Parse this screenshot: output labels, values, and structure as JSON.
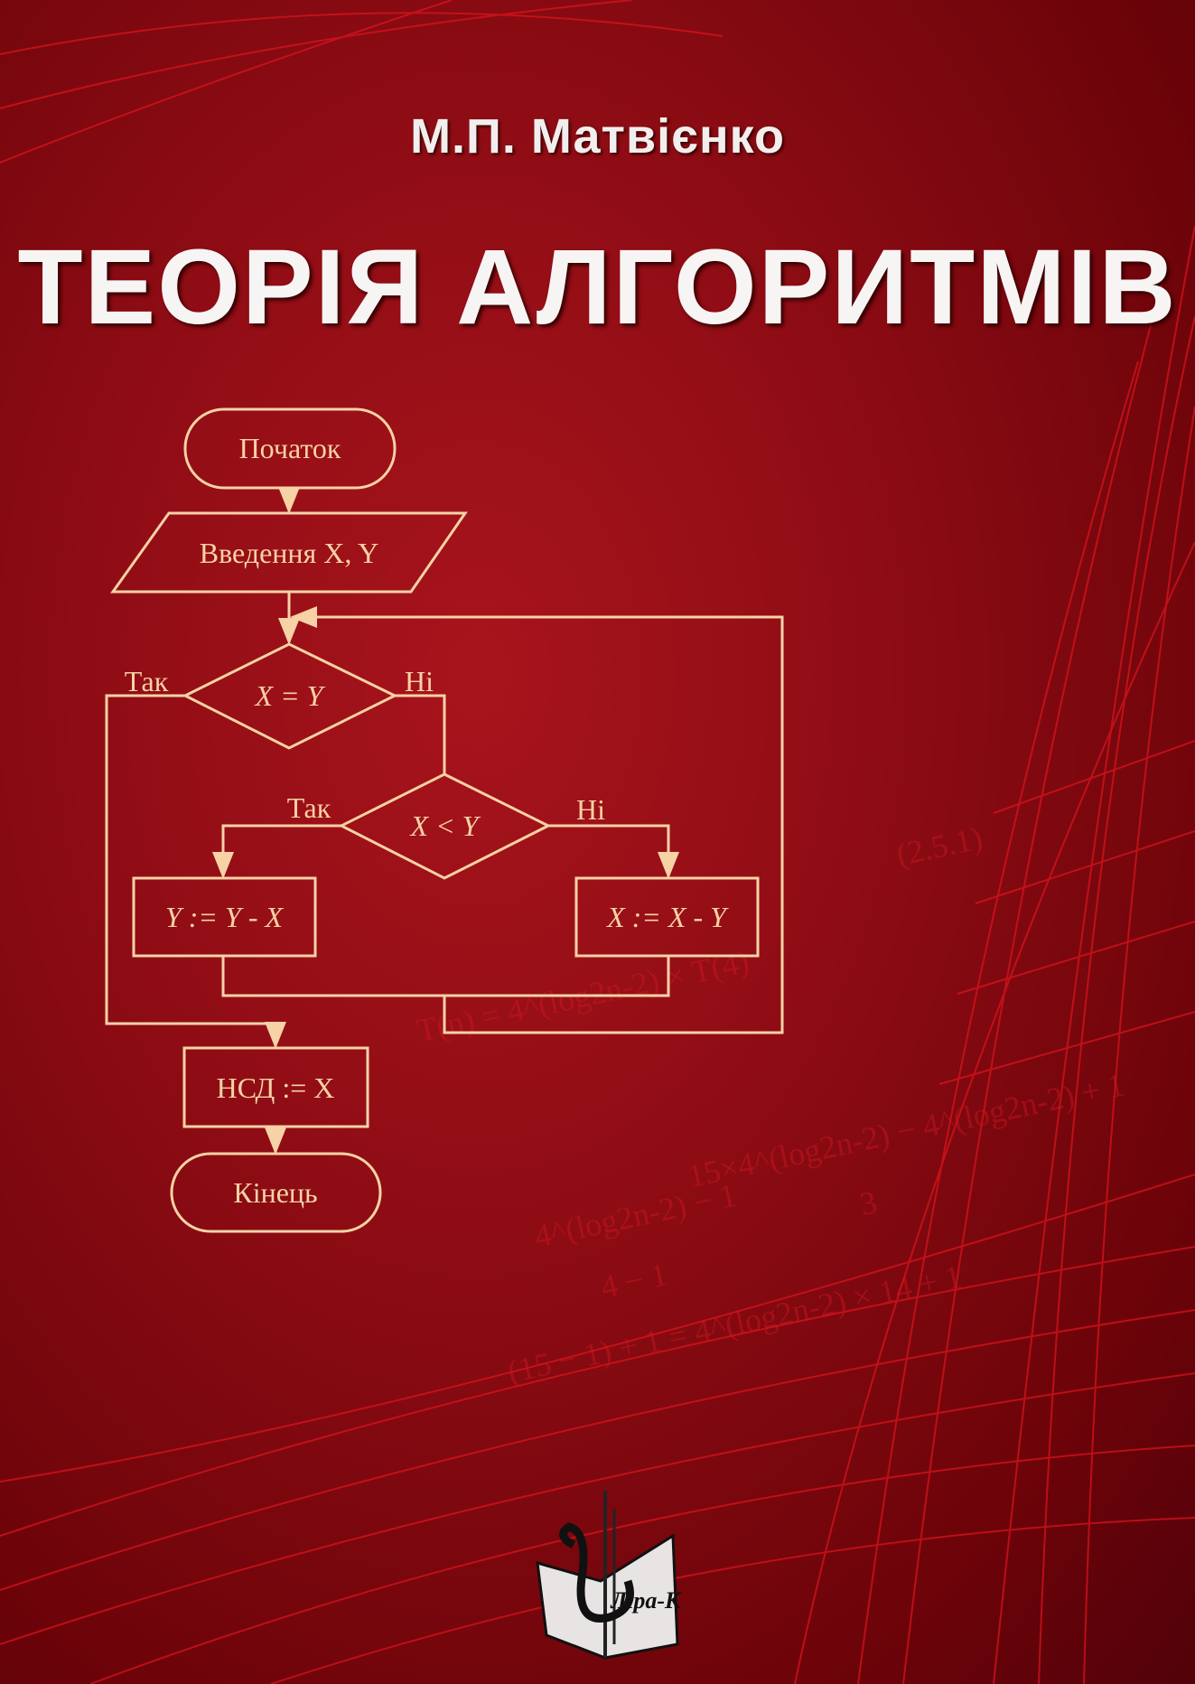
{
  "cover": {
    "author": "М.П. Матвієнко",
    "title": "ТЕОРІЯ АЛГОРИТМІВ",
    "publisher_logo": "Ліра-К"
  },
  "flowchart": {
    "start": "Початок",
    "input": "Введення X, Y",
    "cond1": "X = Y",
    "cond1_yes": "Так",
    "cond1_no": "Ні",
    "cond2": "X < Y",
    "cond2_yes": "Так",
    "cond2_no": "Ні",
    "assign_left": "Y := Y - X",
    "assign_right": "X := X - Y",
    "result": "НСД := X",
    "end": "Кінець"
  },
  "background_formulas": [
    "(2.5.1)",
    "T(n) = 4^(log2n-2) × T(4)",
    "4^(log2n-2) − 1",
    "4 − 1",
    "15×4^(log2n-2) − 4^(log2n-2) + 1",
    "3",
    "(15 − 1) + 1 = 4^(log2n-2) × 14 + 1"
  ]
}
